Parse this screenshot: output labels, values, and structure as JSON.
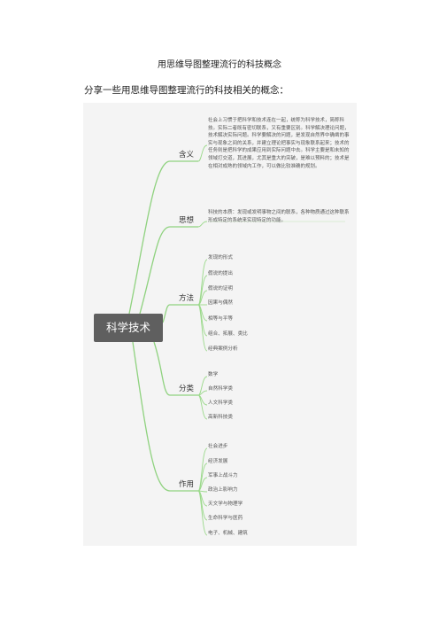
{
  "title": "用思维导图整理流行的科技概念",
  "subtitle": "分享一些用思维导图整理流行的科技相关的概念：",
  "mindmap": {
    "root": "科学技术",
    "branches": {
      "hanyi": {
        "label": "含义",
        "text": "社会上习惯于把科学和技术连在一起，统称为科学技术，简称科技。实际二者既有密切联系，又有重要区别。科学解决理论问题，技术解决实际问题。科学要解决的问题，是发现自然界中确凿的事实与现象之间的关系，并建立理论把事实与现象联系起来；技术的任务则是把科学的成果应用到实际问题中去。科学主要是和未知的领域打交道，其进展，尤其是重大的突破，是难以预料的；技术是在相对成熟的领域内工作，可以做比较准确的规划。"
      },
      "sixiang": {
        "label": "思想",
        "text": "科技的本质：发现或发明事物之间的联系，各种物质通过这种联系形成特定的系统来实现特定的功能。"
      },
      "fangfa": {
        "label": "方法",
        "items": [
          "发现的形式",
          "假说的提出",
          "假说的证明",
          "因果与偶然",
          "相等与平等",
          "组合、拓展、类比",
          "经典案例分析"
        ]
      },
      "fenlei": {
        "label": "分类",
        "items": [
          "数学",
          "自然科学类",
          "人文科学类",
          "高新科技类"
        ]
      },
      "zuoyong": {
        "label": "作用",
        "items": [
          "社会进步",
          "经济发展",
          "军事上战斗力",
          "政治上影响力",
          "天文学与物理学",
          "生命科学与医药",
          "电子、机械、建筑"
        ]
      }
    }
  }
}
